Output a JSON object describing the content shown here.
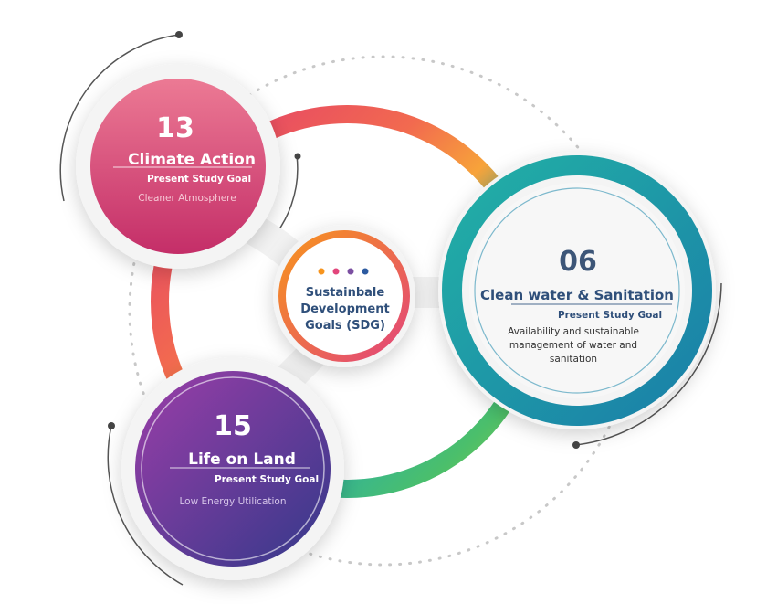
{
  "center": {
    "line1": "Sustainbale",
    "line2": "Development",
    "line3": "Goals (SDG)",
    "dot_colors": [
      "#f7941d",
      "#e2457b",
      "#7b4fa1",
      "#2c5aa0"
    ]
  },
  "goals": [
    {
      "number": "13",
      "title": "Climate Action",
      "subtitle": "Present Study Goal",
      "description": [
        "Cleaner Atmosphere"
      ],
      "color_top": "#e86a8a",
      "color_bottom": "#c8306a"
    },
    {
      "number": "06",
      "title": "Clean water & Sanitation",
      "subtitle": "Present Study Goal",
      "description": [
        "Availability and sustainable",
        "management of water and",
        "sanitation"
      ],
      "ring_color": "#1aa3a3",
      "text_color": "#2f4f7a"
    },
    {
      "number": "15",
      "title": "Life on Land",
      "subtitle": "Present Study Goal",
      "description": [
        "Low Energy Utilication"
      ],
      "color_top": "#8e3fa8",
      "color_bottom": "#3b3a8e"
    }
  ]
}
